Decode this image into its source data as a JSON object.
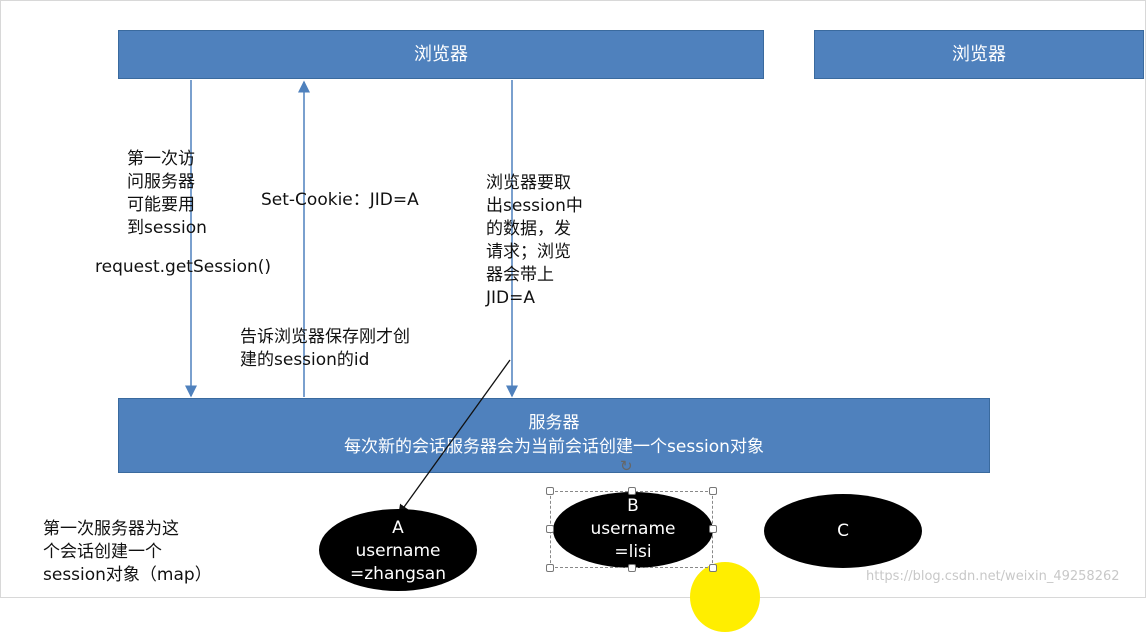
{
  "browser_box_1": {
    "label": "浏览器"
  },
  "browser_box_2": {
    "label": "浏览器"
  },
  "server_box": {
    "title": "服务器",
    "subtitle": "每次新的会话服务器会为当前会话创建一个session对象"
  },
  "notes": {
    "first_visit": "第一次访\n问服务器\n可能要用\n到session",
    "get_session": "request.getSession()",
    "set_cookie": "Set-Cookie：JID=A",
    "tell_browser": "告诉浏览器保存刚才创\n建的session的id",
    "browser_fetch": "浏览器要取\n出session中\n的数据，发\n请求；浏览\n器会带上\nJID=A",
    "first_server": "第一次服务器为这\n个会话创建一个\nsession对象（map）"
  },
  "sessions": [
    {
      "id": "A",
      "line1": "username",
      "line2": "=zhangsan"
    },
    {
      "id": "B",
      "line1": "username",
      "line2": "=lisi"
    },
    {
      "id": "C"
    }
  ],
  "watermark": "https://blog.csdn.net/weixin_49258262",
  "colors": {
    "box_fill": "#4f81bd",
    "oval_fill": "#000000",
    "highlight": "#ffee00"
  }
}
